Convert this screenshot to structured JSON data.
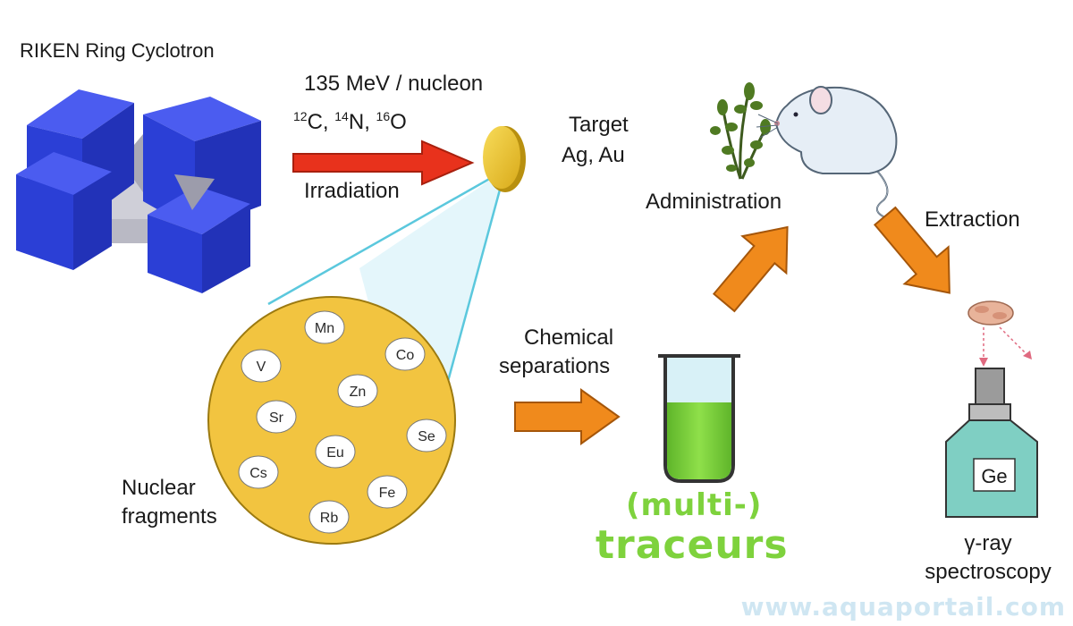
{
  "labels": {
    "cyclotron": "RIKEN Ring Cyclotron",
    "energy": "135 MeV / nucleon",
    "beam_isotopes": [
      {
        "mass": "12",
        "symbol": "C"
      },
      {
        "mass": "14",
        "symbol": "N"
      },
      {
        "mass": "16",
        "symbol": "O"
      }
    ],
    "irradiation": "Irradiation",
    "target_title": "Target",
    "target_elements": "Ag, Au",
    "administration": "Administration",
    "extraction": "Extraction",
    "chemical_line1": "Chemical",
    "chemical_line2": "separations",
    "fragments_line1": "Nuclear",
    "fragments_line2": "fragments",
    "tracers_line1": "(multi-)",
    "tracers_line2": "traceurs",
    "detector": "Ge",
    "spectroscopy_line1": "γ-ray",
    "spectroscopy_line2": "spectroscopy",
    "watermark": "www.aquaportail.com"
  },
  "fragments": [
    "Mn",
    "V",
    "Co",
    "Zn",
    "Sr",
    "Se",
    "Eu",
    "Cs",
    "Fe",
    "Rb"
  ],
  "colors": {
    "cyclotron": "#2b3fd6",
    "beam_arrow": "#e8321c",
    "flow_arrow": "#f08a1c",
    "target": "#f0c832",
    "fragments_disc": "#f2c440",
    "tracer_liquid": "#7ed23d",
    "detector": "#7fcfc3",
    "tracers_text": "#7ed23d"
  },
  "icons": [
    "cyclotron-icon",
    "target-disc-icon",
    "plant-icon",
    "mouse-icon",
    "test-tube-icon",
    "tissue-sample-icon",
    "germanium-detector-icon"
  ]
}
